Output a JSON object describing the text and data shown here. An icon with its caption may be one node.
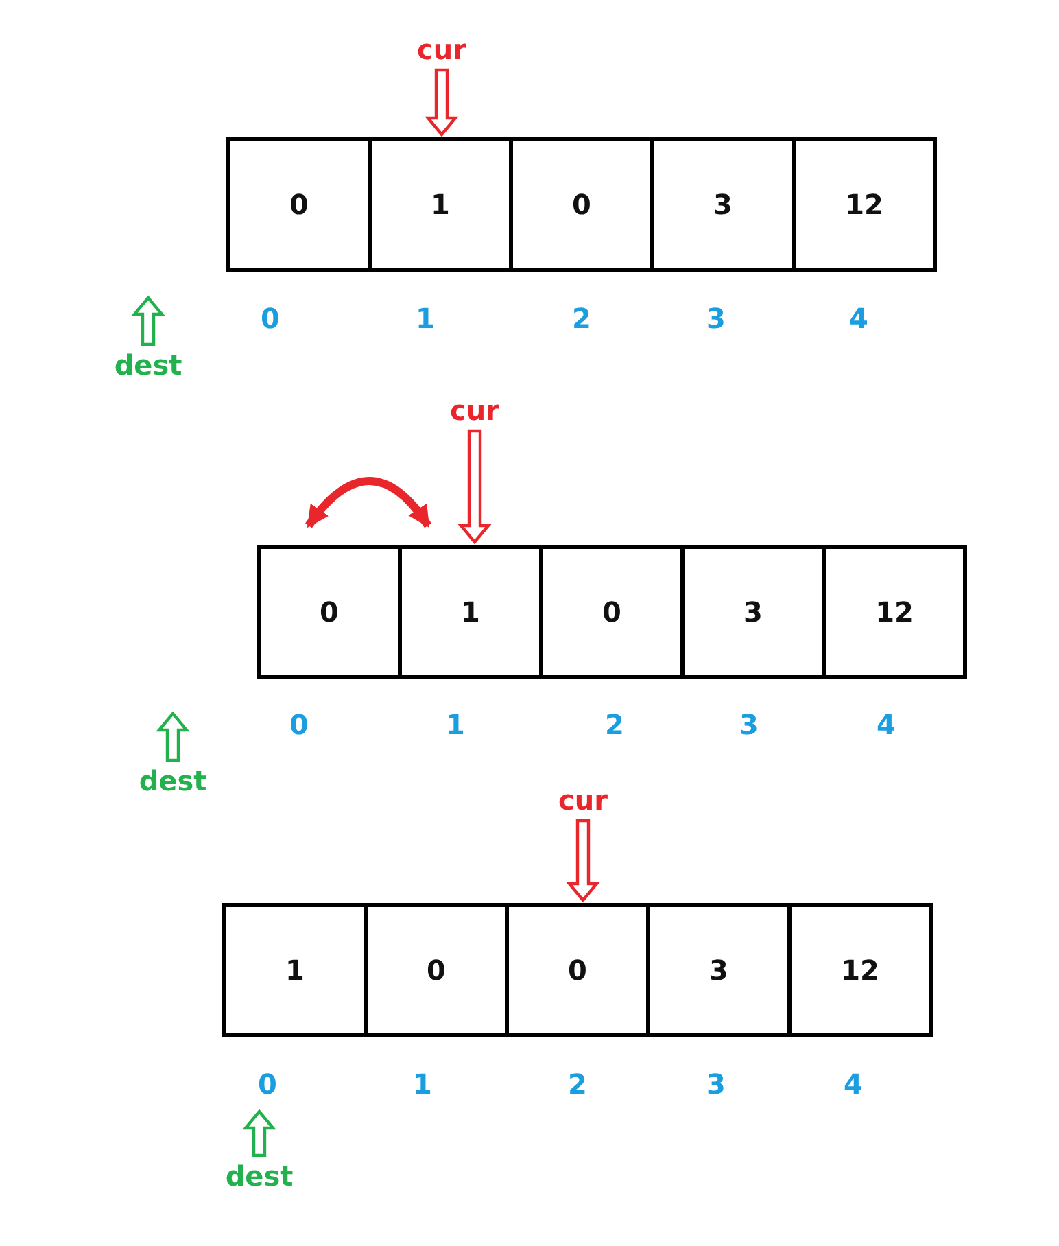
{
  "diagram": {
    "nodes": [
      {
        "text": [
          "cur"
        ]
      },
      {
        "text": [
          "0"
        ]
      },
      {
        "text": [
          "1"
        ]
      },
      {
        "text": [
          "0"
        ]
      },
      {
        "text": [
          "3"
        ]
      },
      {
        "text": [
          "12"
        ]
      },
      {
        "text": [
          "dest"
        ]
      },
      {
        "text": [
          "cur"
        ]
      },
      {
        "text": [
          "0"
        ]
      },
      {
        "text": [
          "1"
        ]
      },
      {
        "text": [
          "0"
        ]
      },
      {
        "text": [
          "3"
        ]
      },
      {
        "text": [
          "12"
        ]
      },
      {
        "text": [
          "dest"
        ]
      },
      {
        "text": [
          "cur"
        ]
      },
      {
        "text": [
          "1"
        ]
      },
      {
        "text": [
          "0"
        ]
      },
      {
        "text": [
          "0"
        ]
      },
      {
        "text": [
          "3"
        ]
      },
      {
        "text": [
          "12"
        ]
      },
      {
        "text": [
          "dest"
        ]
      }
    ],
    "edges": [
      {
        "from": 0,
        "to": 2,
        "arrow": "to"
      },
      {
        "from": 6,
        "to": null,
        "arrow": "to",
        "color": "#22b14c"
      },
      {
        "from": 7,
        "to": 9,
        "arrow": "to"
      },
      {
        "from": 8,
        "to": 9,
        "arrow": "both"
      },
      {
        "from": 13,
        "to": null,
        "arrow": "to",
        "color": "#22b14c"
      },
      {
        "from": 14,
        "to": 17,
        "arrow": "to"
      },
      {
        "from": 20,
        "to": null,
        "arrow": "to",
        "color": "#22b14c"
      }
    ],
    "labels": [
      "0",
      "1",
      "2",
      "3",
      "4",
      "0",
      "1",
      "2",
      "3",
      "4",
      "0",
      "1",
      "2",
      "3",
      "4"
    ]
  }
}
